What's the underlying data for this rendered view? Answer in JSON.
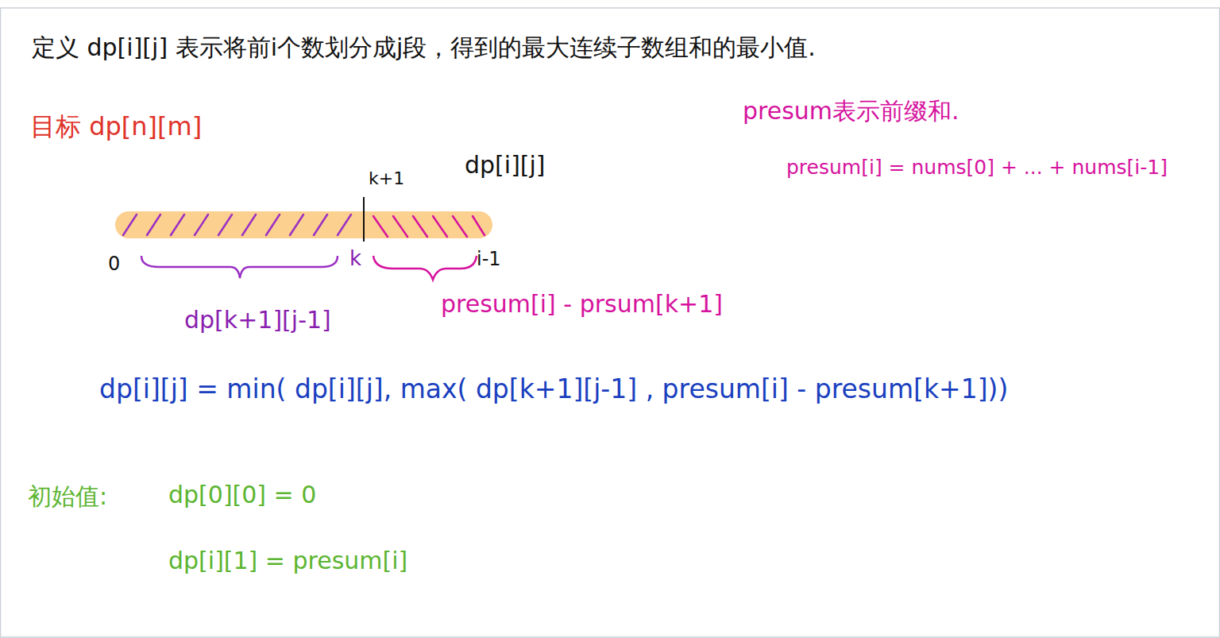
{
  "diagram": {
    "title": "定义 dp[i][j] 表示将前i个数划分成j段，得到的最大连续子数组和的最小值.",
    "labels": [
      "目标 dp[n][m]",
      "presum表示前缀和.",
      "presum[i] = nums[0] + ... + nums[i-1]",
      "k+1",
      "dp[i][j]",
      "0",
      "k",
      "i-1",
      "dp[k+1][j-1]",
      "presum[i] - prsum[k+1]",
      "dp[i][j] = min( dp[i][j],  max( dp[k+1][j-1] , presum[i] - presum[k+1]))",
      "初始值:",
      "dp[0][0] = 0",
      "dp[i][1] = presum[i]"
    ]
  }
}
